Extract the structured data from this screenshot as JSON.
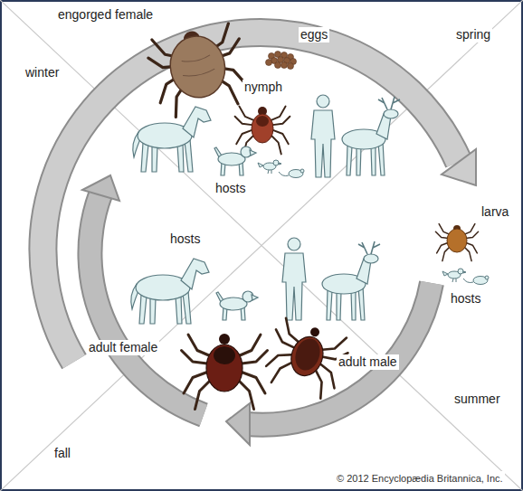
{
  "diagram": {
    "labels": [
      "engorged female",
      "eggs",
      "spring",
      "winter",
      "nymph",
      "hosts",
      "larva",
      "hosts",
      "hosts",
      "adult female",
      "adult male",
      "summer",
      "fall",
      "© 2012 Encyclopædia Britannica, Inc."
    ]
  }
}
